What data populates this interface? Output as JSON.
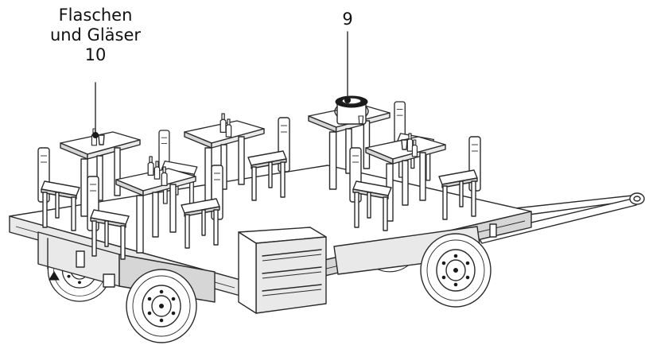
{
  "labels": {
    "bottles_glasses": {
      "line1": "Flaschen",
      "line2": "und Gläser",
      "number": "10"
    },
    "cooler": {
      "number": "9"
    }
  }
}
